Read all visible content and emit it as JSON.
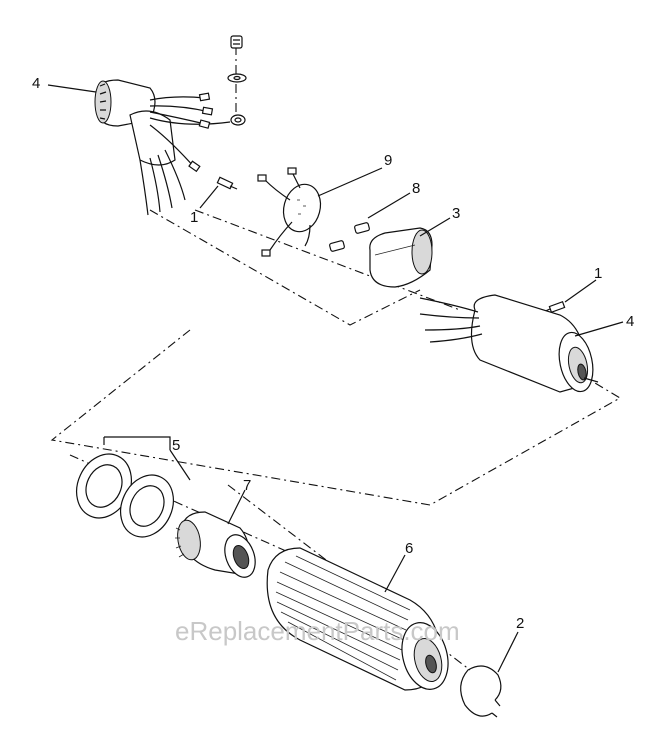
{
  "callouts": {
    "c1a": "1",
    "c1b": "1",
    "c2": "2",
    "c3": "3",
    "c4a": "4",
    "c4b": "4",
    "c5": "5",
    "c6": "6",
    "c7": "7",
    "c8": "8",
    "c9": "9"
  },
  "watermark": "eReplacementParts.com"
}
